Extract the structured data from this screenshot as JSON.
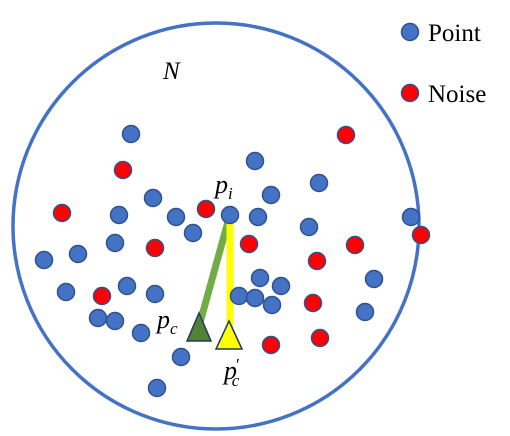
{
  "colors": {
    "boundary": "#4472c4",
    "point_fill": "#4472c4",
    "point_stroke": "#2f528f",
    "noise_fill": "#ff0000",
    "noise_stroke": "#2f528f",
    "green_line": "#70ad47",
    "green_triangle": "#548235",
    "yellow": "#ffff00",
    "triangle_stroke": "#1f3864",
    "text": "#000000"
  },
  "region_label": "N",
  "legend": {
    "point_label": "Point",
    "noise_label": "Noise"
  },
  "labels": {
    "pi_main": "p",
    "pi_sub": "i",
    "pc_main": "p",
    "pc_sub": "c",
    "pcprime_main": "p",
    "pcprime_sub": "c",
    "pcprime_prime": "′"
  },
  "items": {
    "points": [
      "pt",
      "pt",
      "pt",
      "pt",
      "pt",
      "pt",
      "pt",
      "pt",
      "pt",
      "pt",
      "pt",
      "pt",
      "pt",
      "pt",
      "pt",
      "pt",
      "pt",
      "pt",
      "pt",
      "pt",
      "pt",
      "pt",
      "pt",
      "pt",
      "pt",
      "pt",
      "pt",
      "pt",
      "pt",
      "pt",
      "pt",
      "pt",
      "pt",
      "pt",
      "pt",
      "pt"
    ],
    "noise": [
      "nz",
      "nz",
      "nz",
      "nz",
      "nz",
      "nz",
      "nz",
      "nz",
      "nz",
      "nz",
      "nz",
      "nz",
      "nz",
      "nz",
      "nz"
    ]
  },
  "icons": {
    "point_marker": "blue-circle-icon",
    "noise_marker": "red-circle-icon",
    "pc_marker": "green-triangle-icon",
    "pcprime_marker": "yellow-triangle-icon"
  }
}
